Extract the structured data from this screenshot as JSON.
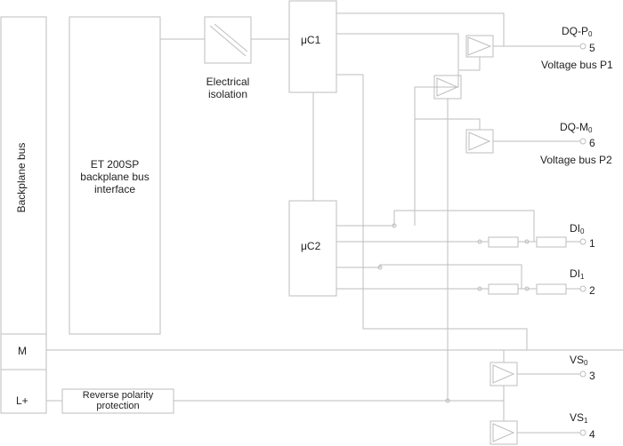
{
  "labels": {
    "backplane_bus": "Backplane bus",
    "m": "M",
    "lplus": "L+",
    "et200sp_line1": "ET 200SP",
    "et200sp_line2": "backplane bus",
    "et200sp_line3": "interface",
    "isolation_line1": "Electrical",
    "isolation_line2": "isolation",
    "uc1": "μC1",
    "uc2": "μC2",
    "reverse_line1": "Reverse polarity",
    "reverse_line2": "protection",
    "dq_p_base": "DQ-P",
    "dq_p_sub": "0",
    "terminal_5": "5",
    "voltage_bus_p1": "Voltage bus P1",
    "dq_m_base": "DQ-M",
    "dq_m_sub": "0",
    "terminal_6": "6",
    "voltage_bus_p2": "Voltage bus P2",
    "di0_base": "DI",
    "di0_sub": "0",
    "terminal_1": "1",
    "di1_base": "DI",
    "di1_sub": "1",
    "terminal_2": "2",
    "vs0_base": "VS",
    "vs0_sub": "0",
    "terminal_3": "3",
    "vs1_base": "VS",
    "vs1_sub": "1",
    "terminal_4": "4"
  },
  "colors": {
    "line": "#bdbdbd",
    "text": "#222222"
  }
}
